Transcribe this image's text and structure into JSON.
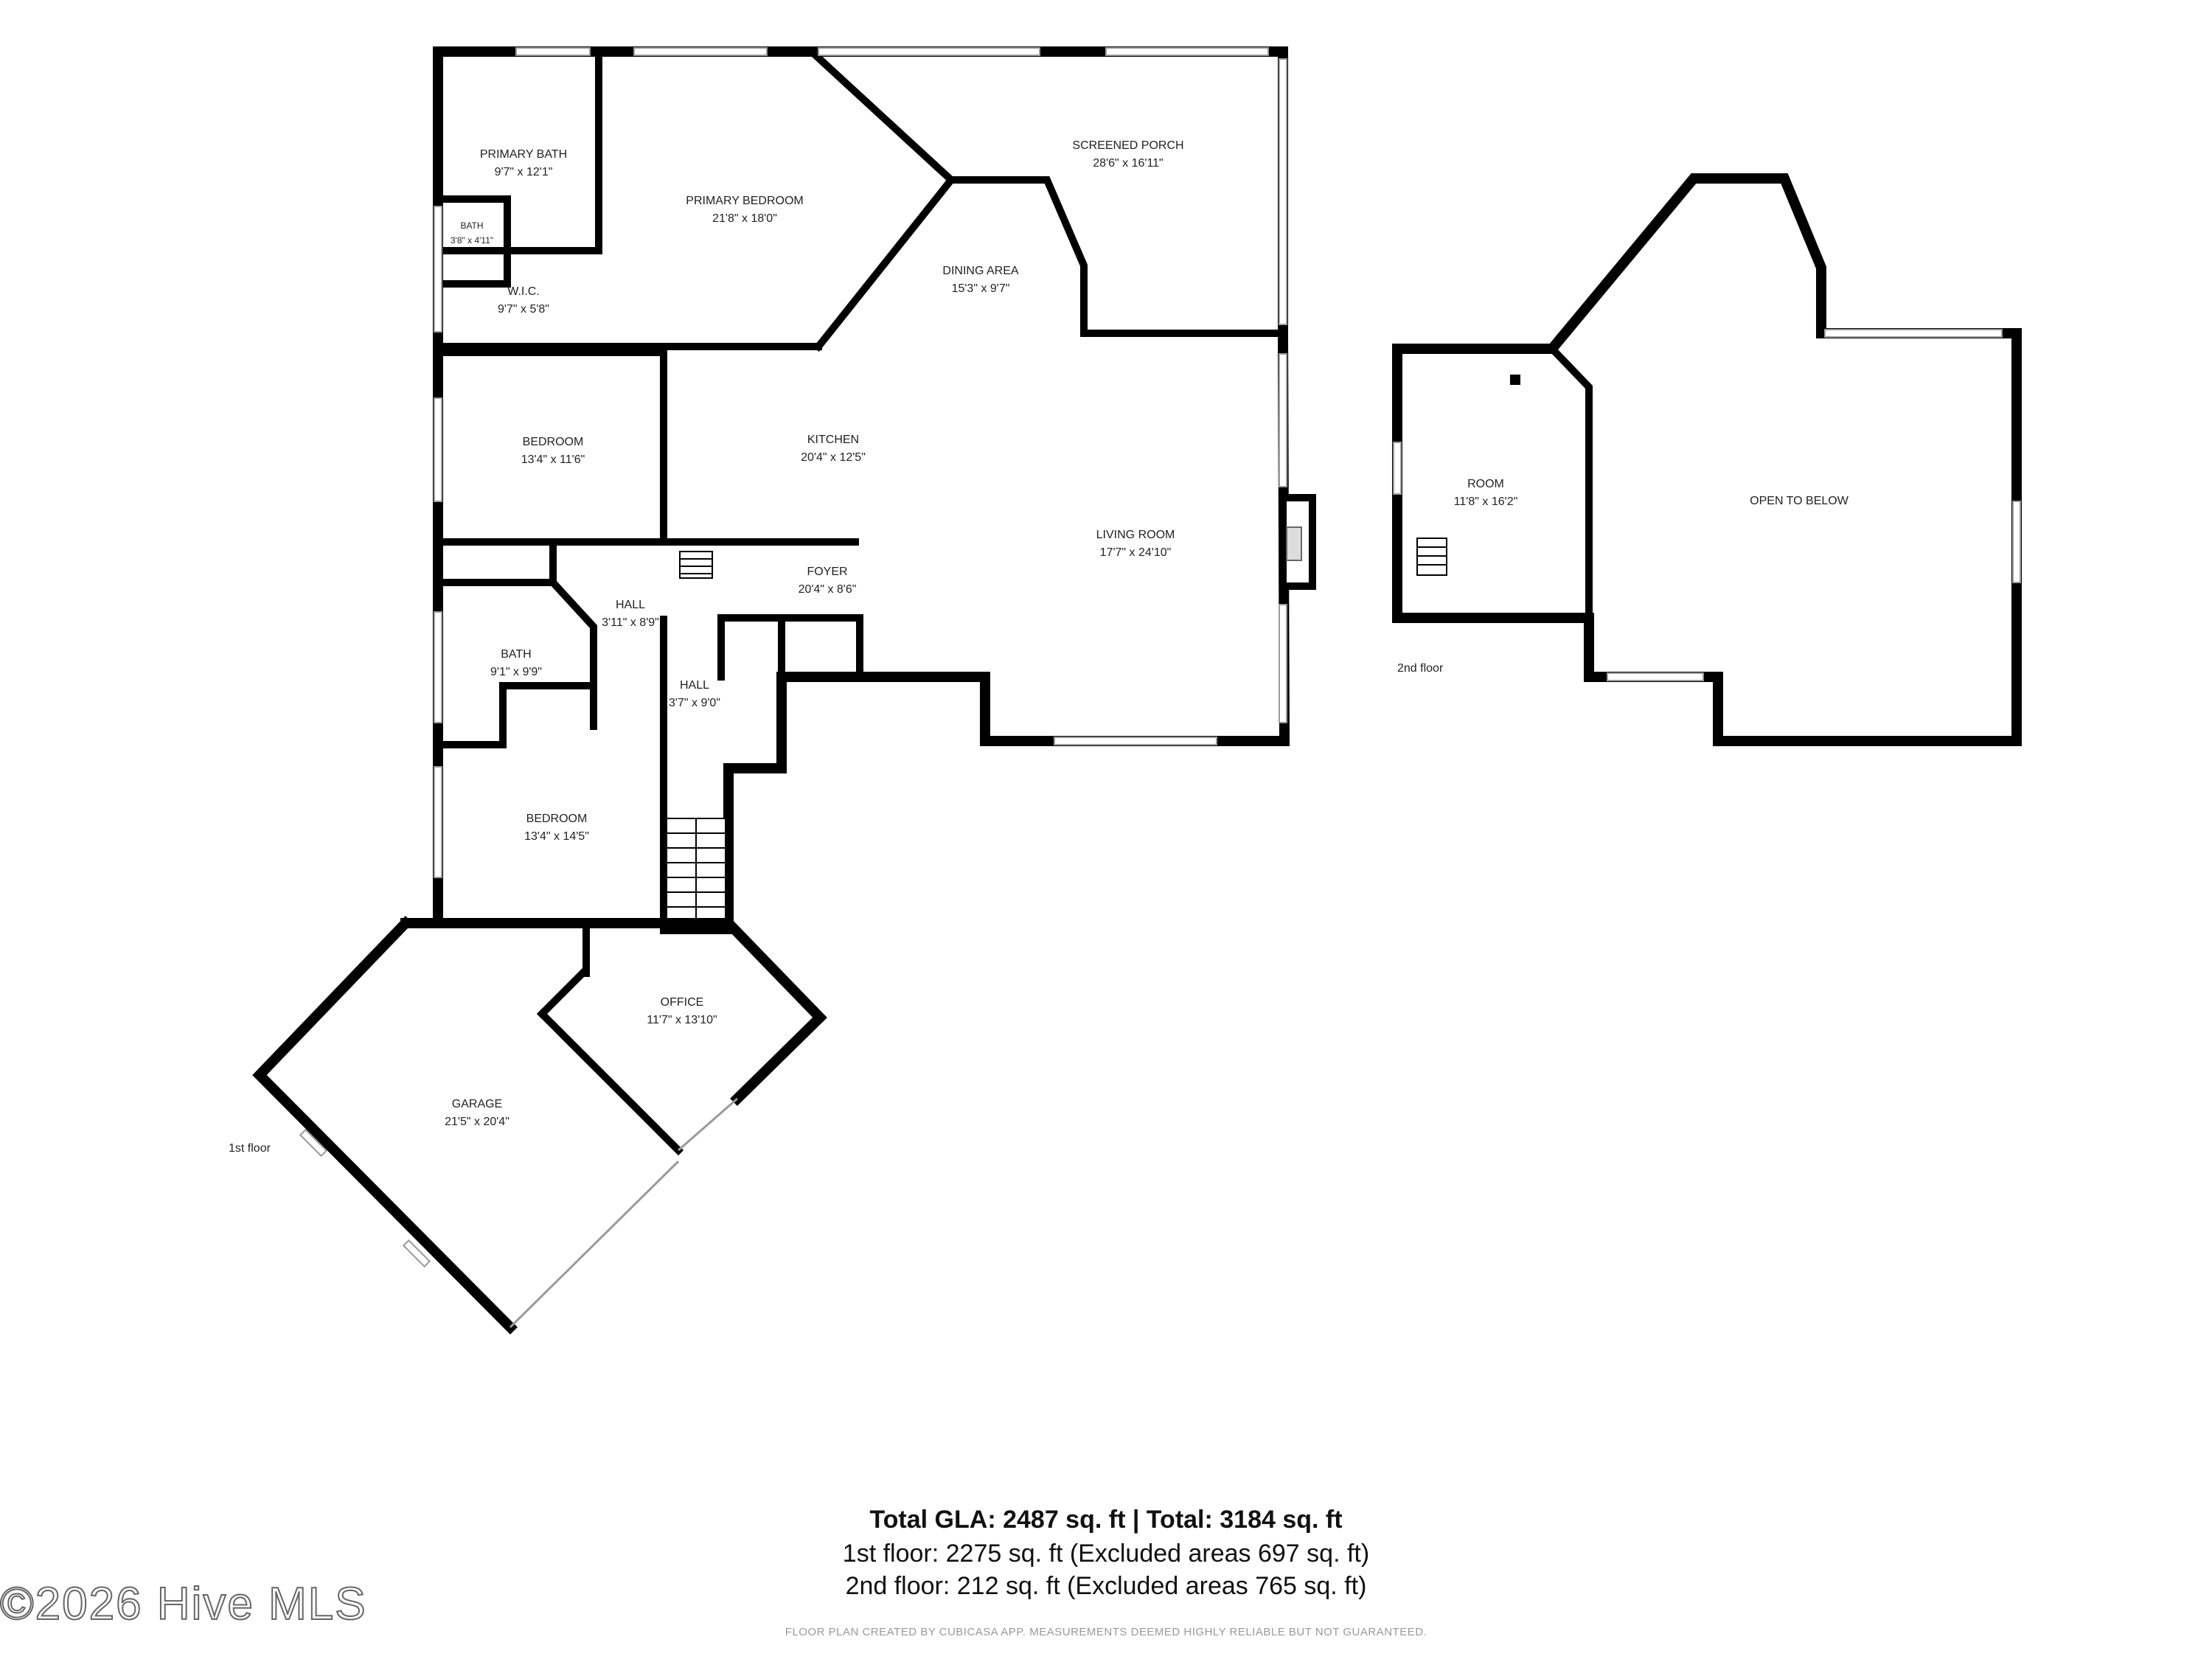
{
  "rooms": {
    "primary_bath": {
      "name": "PRIMARY BATH",
      "dims": "9'7\" x 12'1\""
    },
    "primary_bedroom": {
      "name": "PRIMARY BEDROOM",
      "dims": "21'8\" x 18'0\""
    },
    "screened_porch": {
      "name": "SCREENED PORCH",
      "dims": "28'6\" x 16'11\""
    },
    "small_bath": {
      "name": "BATH",
      "dims": "3'8\" x 4'11\""
    },
    "wic": {
      "name": "W.I.C.",
      "dims": "9'7\" x 5'8\""
    },
    "dining_area": {
      "name": "DINING AREA",
      "dims": "15'3\" x 9'7\""
    },
    "bedroom_1": {
      "name": "BEDROOM",
      "dims": "13'4\" x 11'6\""
    },
    "kitchen": {
      "name": "KITCHEN",
      "dims": "20'4\" x 12'5\""
    },
    "living_room": {
      "name": "LIVING ROOM",
      "dims": "17'7\" x 24'10\""
    },
    "foyer": {
      "name": "FOYER",
      "dims": "20'4\" x 8'6\""
    },
    "hall_1": {
      "name": "HALL",
      "dims": "3'11\" x 8'9\""
    },
    "bath_2": {
      "name": "BATH",
      "dims": "9'1\" x 9'9\""
    },
    "hall_2": {
      "name": "HALL",
      "dims": "3'7\" x 9'0\""
    },
    "bedroom_2": {
      "name": "BEDROOM",
      "dims": "13'4\" x 14'5\""
    },
    "office": {
      "name": "OFFICE",
      "dims": "11'7\" x 13'10\""
    },
    "garage": {
      "name": "GARAGE",
      "dims": "21'5\" x 20'4\""
    },
    "room_2nd": {
      "name": "ROOM",
      "dims": "11'8\" x 16'2\""
    },
    "open_to_below": {
      "name": "OPEN TO BELOW",
      "dims": ""
    }
  },
  "floors": {
    "first": "1st floor",
    "second": "2nd floor"
  },
  "summary": {
    "total": "Total GLA: 2487 sq. ft | Total: 3184 sq. ft",
    "first": "1st floor: 2275 sq. ft (Excluded areas 697 sq. ft)",
    "second": "2nd floor: 212 sq. ft (Excluded areas 765 sq. ft)"
  },
  "disclaimer": "FLOOR PLAN CREATED BY CUBICASA APP. MEASUREMENTS DEEMED HIGHLY RELIABLE BUT NOT GUARANTEED.",
  "watermark": "©2026 Hive MLS"
}
